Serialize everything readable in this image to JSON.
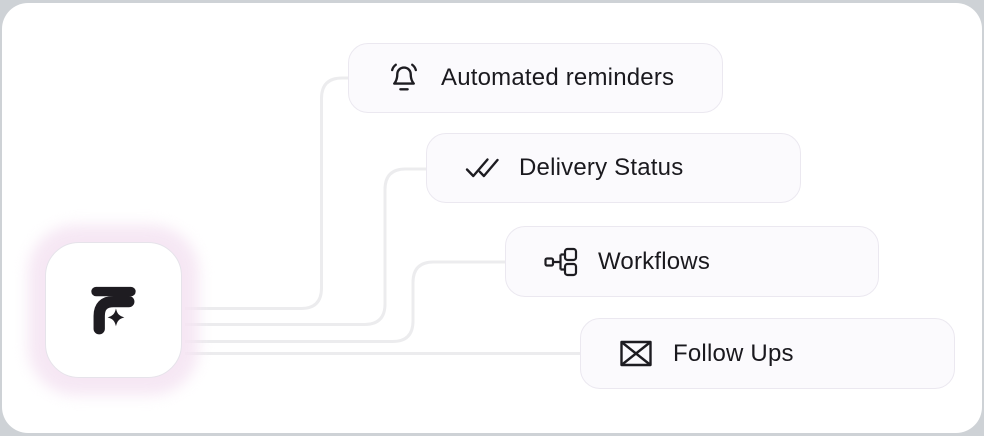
{
  "diagram": {
    "logo": {
      "icon": "brand-logomark-icon"
    },
    "nodes": [
      {
        "label": "Automated reminders",
        "icon": "bell-ring-icon"
      },
      {
        "label": "Delivery Status",
        "icon": "check-check-icon"
      },
      {
        "label": "Workflows",
        "icon": "workflow-icon"
      },
      {
        "label": "Follow Ups",
        "icon": "envelope-icon"
      }
    ]
  },
  "colors": {
    "outer_background": "#ced2d6",
    "canvas_background": "#ffffff",
    "connector_line": "#ececee",
    "card_background": "#fbfafd",
    "card_border": "#ebe8f0",
    "text": "#1a191e",
    "icon_stroke": "#1d1c21",
    "logo_glow": "#f5e5f3",
    "logo_border": "#e6e3ea"
  }
}
